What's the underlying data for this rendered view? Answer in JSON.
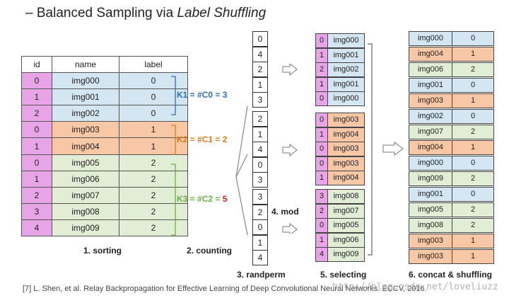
{
  "title": {
    "dash": "–",
    "prefix": "Balanced Sampling via",
    "italic": "Label Shuffling"
  },
  "colors": {
    "pink": "#e7a5e8",
    "blue": "#d4e6f1",
    "orange": "#f8c7a5",
    "green": "#e2edd5",
    "k1": "#2f6fb5",
    "k2": "#e07b1a",
    "k3": "#6bb040",
    "k3_num": "#e02020"
  },
  "sorting": {
    "headers": [
      "id",
      "name",
      "label"
    ],
    "rows": [
      {
        "id": "0",
        "name": "img000",
        "label": "0",
        "color": "blue"
      },
      {
        "id": "1",
        "name": "img001",
        "label": "0",
        "color": "blue"
      },
      {
        "id": "2",
        "name": "img002",
        "label": "0",
        "color": "blue"
      },
      {
        "id": "0",
        "name": "img003",
        "label": "1",
        "color": "orange"
      },
      {
        "id": "1",
        "name": "img004",
        "label": "1",
        "color": "orange"
      },
      {
        "id": "0",
        "name": "img005",
        "label": "2",
        "color": "green"
      },
      {
        "id": "1",
        "name": "img006",
        "label": "2",
        "color": "green"
      },
      {
        "id": "2",
        "name": "img007",
        "label": "2",
        "color": "green"
      },
      {
        "id": "3",
        "name": "img008",
        "label": "2",
        "color": "green"
      },
      {
        "id": "4",
        "name": "img009",
        "label": "2",
        "color": "green"
      }
    ],
    "caption": "1. sorting"
  },
  "counting": {
    "k1": "K1 = #C0 = 3",
    "k2": "K2 = #C1 = 2",
    "k3_prefix": "K3 = #C2 = ",
    "k3_value": "5",
    "caption": "2. counting"
  },
  "randperm": {
    "groups": [
      [
        "0",
        "4",
        "2",
        "1",
        "3"
      ],
      [
        "2",
        "1",
        "4",
        "0",
        "3"
      ],
      [
        "3",
        "2",
        "0",
        "1",
        "4"
      ]
    ],
    "caption": "3. randperm"
  },
  "mod": {
    "label": "4. mod"
  },
  "selecting": {
    "groups": [
      {
        "color": "blue",
        "rows": [
          [
            "0",
            "img000"
          ],
          [
            "1",
            "img001"
          ],
          [
            "2",
            "img002"
          ],
          [
            "1",
            "img001"
          ],
          [
            "0",
            "img000"
          ]
        ]
      },
      {
        "color": "orange",
        "rows": [
          [
            "0",
            "img003"
          ],
          [
            "1",
            "img004"
          ],
          [
            "0",
            "img003"
          ],
          [
            "0",
            "img003"
          ],
          [
            "1",
            "img004"
          ]
        ]
      },
      {
        "color": "green",
        "rows": [
          [
            "3",
            "img008"
          ],
          [
            "2",
            "img007"
          ],
          [
            "0",
            "img005"
          ],
          [
            "1",
            "img006"
          ],
          [
            "4",
            "img009"
          ]
        ]
      }
    ],
    "caption": "5. selecting"
  },
  "output": {
    "rows": [
      [
        "img000",
        "0",
        "blue"
      ],
      [
        "img004",
        "1",
        "orange"
      ],
      [
        "img006",
        "2",
        "green"
      ],
      [
        "img001",
        "0",
        "blue"
      ],
      [
        "img003",
        "1",
        "orange"
      ],
      [
        "img002",
        "0",
        "blue"
      ],
      [
        "img007",
        "2",
        "green"
      ],
      [
        "img004",
        "1",
        "orange"
      ],
      [
        "img000",
        "0",
        "blue"
      ],
      [
        "img009",
        "2",
        "green"
      ],
      [
        "img001",
        "0",
        "blue"
      ],
      [
        "img005",
        "2",
        "green"
      ],
      [
        "img008",
        "2",
        "green"
      ],
      [
        "img003",
        "1",
        "orange"
      ],
      [
        "img003",
        "1",
        "orange"
      ]
    ],
    "caption": "6. concat & shuffling"
  },
  "footer": "[7] L. Shen, et al. Relay Backpropagation for Effective Learning of Deep Convolutional Neural Networks. ECCV, 2016.",
  "watermark": "http://blog.csdn.net/loveliuzz"
}
